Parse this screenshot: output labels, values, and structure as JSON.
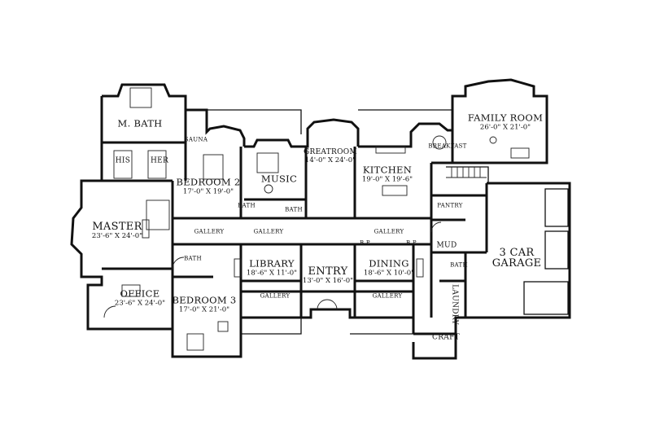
{
  "rooms": [
    {
      "key": "m-bath",
      "name": "M. BATH",
      "dim": ""
    },
    {
      "key": "sauna",
      "name": "SAUNA",
      "dim": ""
    },
    {
      "key": "his",
      "name": "HIS",
      "dim": ""
    },
    {
      "key": "her",
      "name": "HER",
      "dim": ""
    },
    {
      "key": "bedroom-2",
      "name": "BEDROOM 2",
      "dim": "17'-0\" X 19'-0\""
    },
    {
      "key": "music",
      "name": "MUSIC",
      "dim": ""
    },
    {
      "key": "greatroom",
      "name": "GREATROOM",
      "dim": "14'-0\" X 24'-0\""
    },
    {
      "key": "kitchen",
      "name": "KITCHEN",
      "dim": "19'-0\" X 19'-6\""
    },
    {
      "key": "breakfast",
      "name": "BREAKFAST",
      "dim": ""
    },
    {
      "key": "family-room",
      "name": "FAMILY ROOM",
      "dim": "26'-0\" X 21'-0\""
    },
    {
      "key": "pantry",
      "name": "PANTRY",
      "dim": ""
    },
    {
      "key": "master",
      "name": "MASTER",
      "dim": "23'-6\" X 24'-0\""
    },
    {
      "key": "office",
      "name": "OFFICE",
      "dim": "23'-6\" X 24'-0\""
    },
    {
      "key": "gallery-1",
      "name": "GALLERY",
      "dim": ""
    },
    {
      "key": "gallery-2",
      "name": "GALLERY",
      "dim": ""
    },
    {
      "key": "gallery-3",
      "name": "GALLERY",
      "dim": ""
    },
    {
      "key": "gallery-4",
      "name": "GALLERY",
      "dim": ""
    },
    {
      "key": "gallery-5",
      "name": "GALLERY",
      "dim": ""
    },
    {
      "key": "bath-1",
      "name": "BATH",
      "dim": ""
    },
    {
      "key": "bath-2",
      "name": "BATH",
      "dim": ""
    },
    {
      "key": "bath-3",
      "name": "BATH",
      "dim": ""
    },
    {
      "key": "bath-4",
      "name": "BATH",
      "dim": ""
    },
    {
      "key": "library",
      "name": "LIBRARY",
      "dim": "18'-6\" X 11'-0\""
    },
    {
      "key": "entry",
      "name": "ENTRY",
      "dim": "13'-0\" X 16'-0\""
    },
    {
      "key": "dining",
      "name": "DINING",
      "dim": "18'-6\" X 10'-0\""
    },
    {
      "key": "bedroom-3",
      "name": "BEDROOM 3",
      "dim": "17'-0\" X 21'-0\""
    },
    {
      "key": "mud",
      "name": "MUD",
      "dim": ""
    },
    {
      "key": "garage",
      "name": "3 CAR\nGARAGE",
      "dim": ""
    },
    {
      "key": "laundry",
      "name": "LAUNDRY",
      "dim": ""
    },
    {
      "key": "craft",
      "name": "CRAFT",
      "dim": ""
    },
    {
      "key": "bp-1",
      "name": "B.P.",
      "dim": ""
    },
    {
      "key": "bp-2",
      "name": "B.P.",
      "dim": ""
    }
  ]
}
